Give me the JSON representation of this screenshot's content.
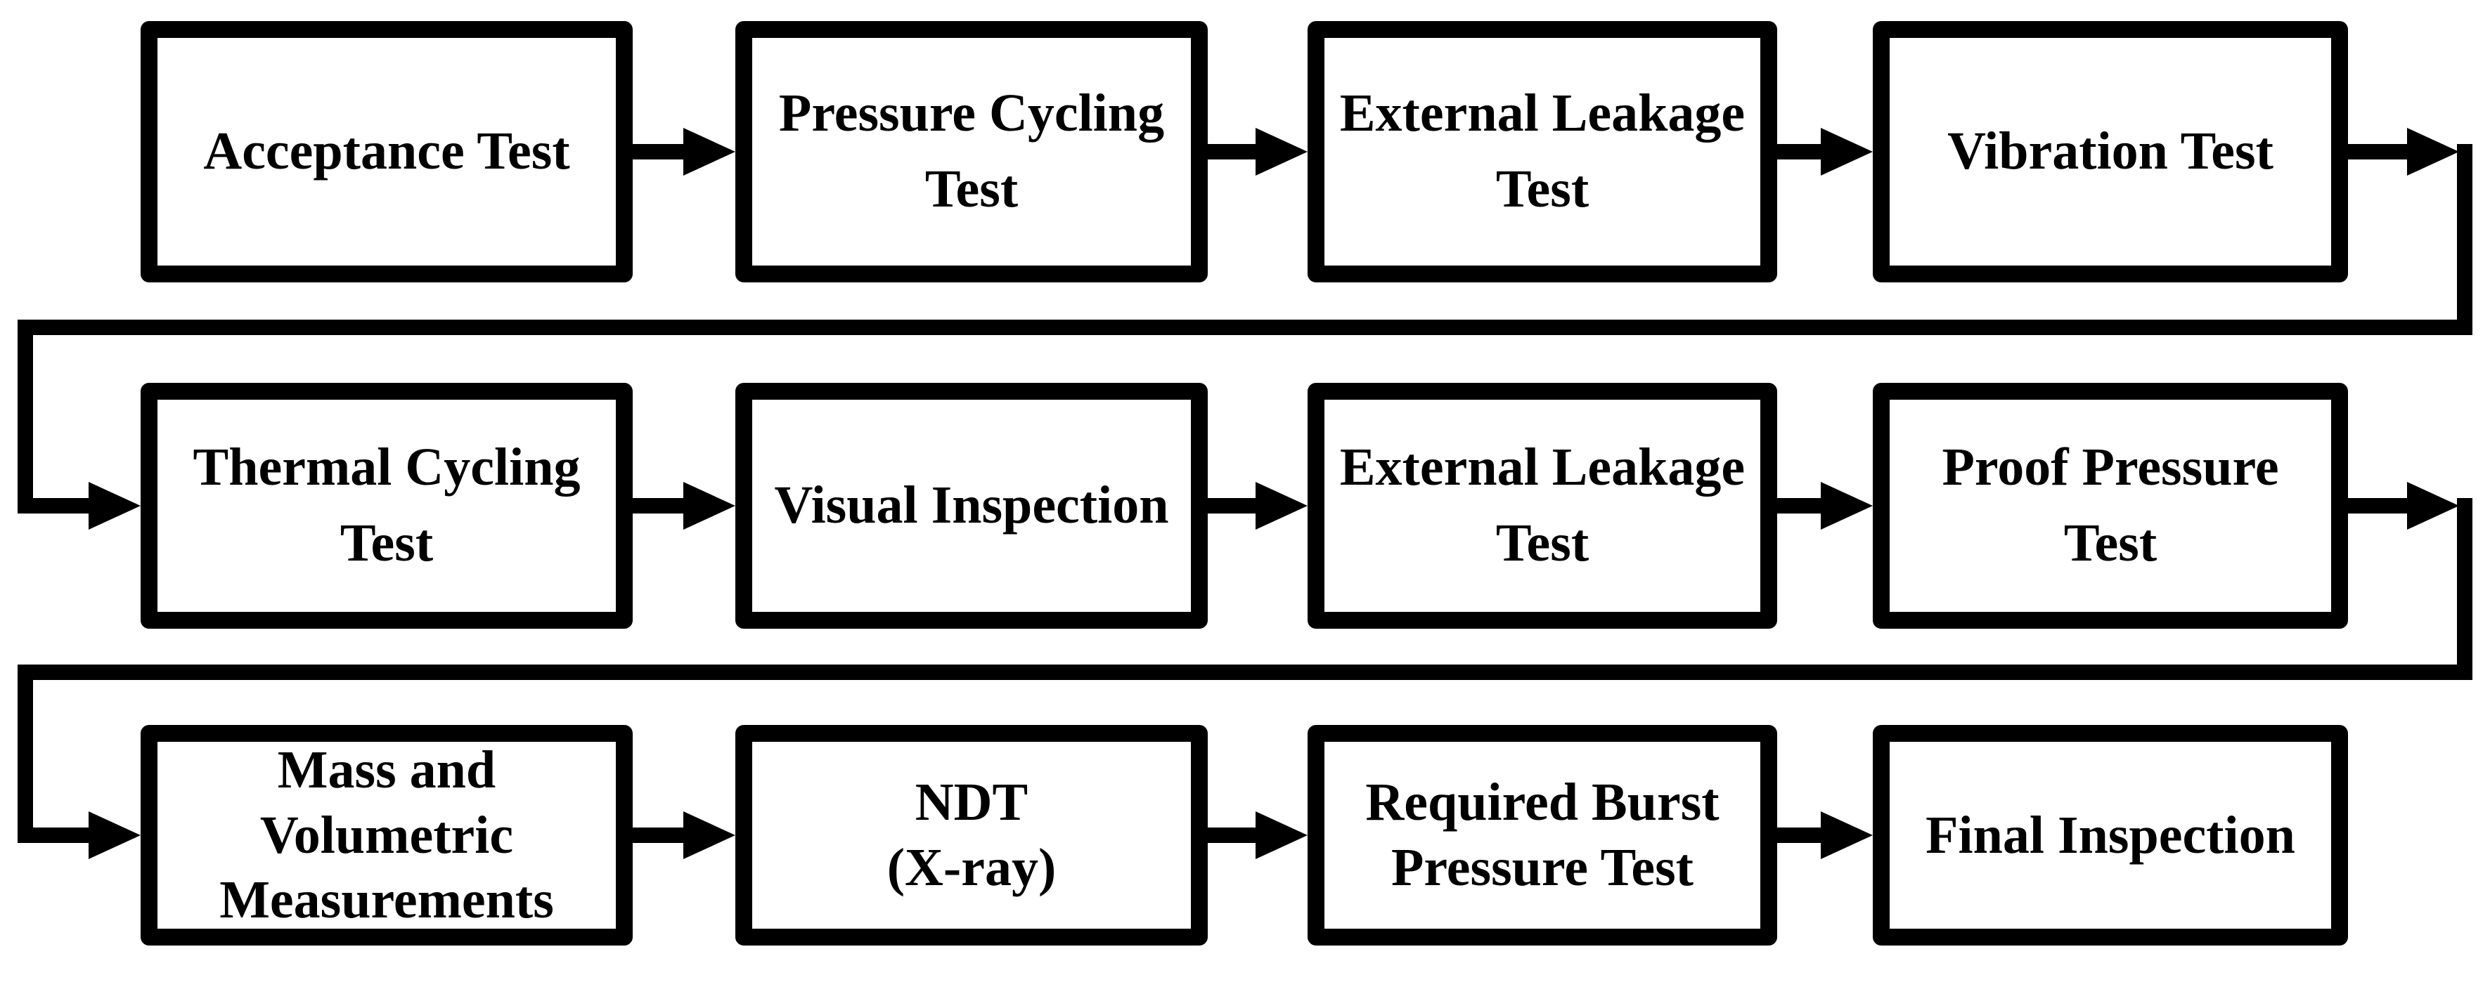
{
  "colors": {
    "ink": "#000000",
    "paper": "#ffffff"
  },
  "rows": [
    {
      "boxes": [
        {
          "label": "Acceptance Test"
        },
        {
          "label": "Pressure Cycling\nTest"
        },
        {
          "label": "External Leakage\nTest"
        },
        {
          "label": "Vibration Test"
        }
      ]
    },
    {
      "boxes": [
        {
          "label": "Thermal Cycling\nTest"
        },
        {
          "label": "Visual Inspection"
        },
        {
          "label": "External Leakage\nTest"
        },
        {
          "label": "Proof Pressure\nTest"
        }
      ]
    },
    {
      "boxes": [
        {
          "label": "Mass and\nVolumetric\nMeasurements"
        },
        {
          "label": "NDT\n(X-ray)"
        },
        {
          "label": "Required Burst\nPressure Test"
        },
        {
          "label": "Final Inspection"
        }
      ]
    }
  ],
  "flow_sequence": [
    "Acceptance Test",
    "Pressure Cycling Test",
    "External Leakage Test",
    "Vibration Test",
    "Thermal Cycling Test",
    "Visual Inspection",
    "External Leakage Test",
    "Proof Pressure Test",
    "Mass and Volumetric Measurements",
    "NDT (X-ray)",
    "Required Burst Pressure Test",
    "Final Inspection"
  ]
}
